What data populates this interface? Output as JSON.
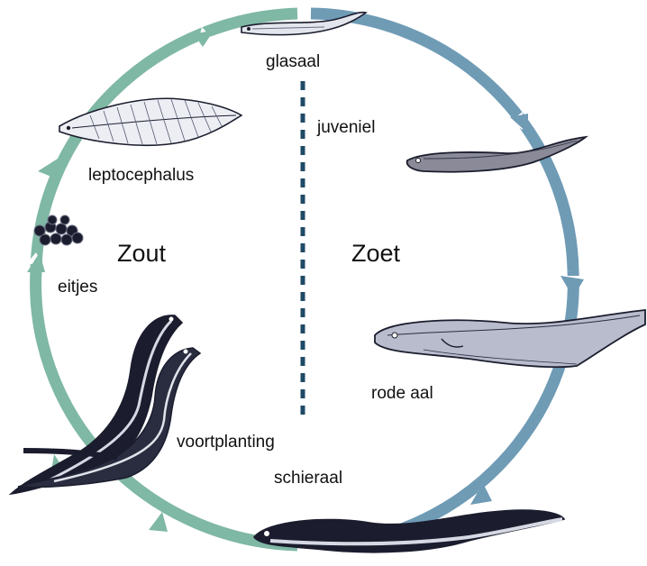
{
  "zones": {
    "salt": "Zout",
    "fresh": "Zoet"
  },
  "stages": {
    "glass_eel": "glasaal",
    "juvenile": "juveniel",
    "leptocephalus": "leptocephalus",
    "eggs": "eitjes",
    "yellow_eel": "rode aal",
    "reproduction": "voortplanting",
    "silver_eel": "schieraal"
  },
  "colors": {
    "salt_arc": "#7fb8a4",
    "fresh_arc": "#6f9bb5",
    "divider": "#1f4a66",
    "eel_dark": "#1b1d2e",
    "eel_light": "#d6d9e4"
  }
}
